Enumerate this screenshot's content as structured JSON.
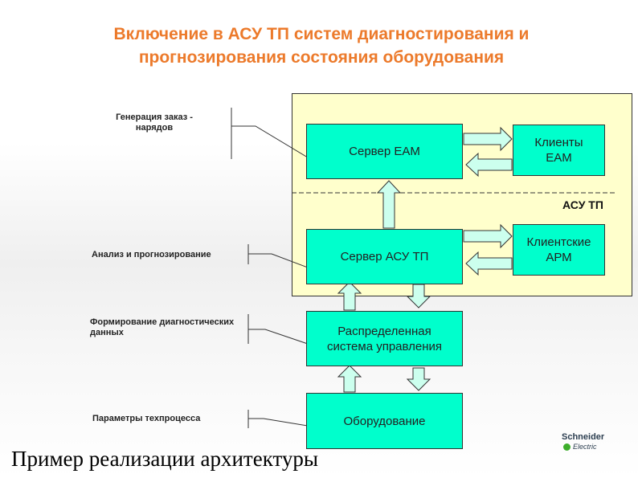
{
  "title": {
    "line1": "Включение в АСУ ТП систем диагностирования и",
    "line2": "прогнозирования состояния оборудования"
  },
  "boxes": {
    "server_eam": "Сервер ЕАМ",
    "clients_eam": "Клиенты ЕАМ",
    "server_asu": "Сервер АСУ ТП",
    "clients_arm": "Клиентские АРМ",
    "dcs": "Распределенная система управления",
    "equipment": "Оборудование"
  },
  "region_label": "АСУ ТП",
  "side_labels": {
    "orders": "Генерация заказ - нарядов",
    "analysis": "Анализ и прогнозирование",
    "diag_data": "Формирование диагностических данных",
    "process_params": "Параметры техпроцесса"
  },
  "footer": "Пример реализации архитектуры",
  "logo": {
    "line1": "Schneider",
    "line2": "Electric"
  },
  "colors": {
    "title": "#ec7a2b",
    "panel_fill": "#ffffcc",
    "box_fill": "#00ffcc",
    "arrow_fill": "#ccffee"
  }
}
